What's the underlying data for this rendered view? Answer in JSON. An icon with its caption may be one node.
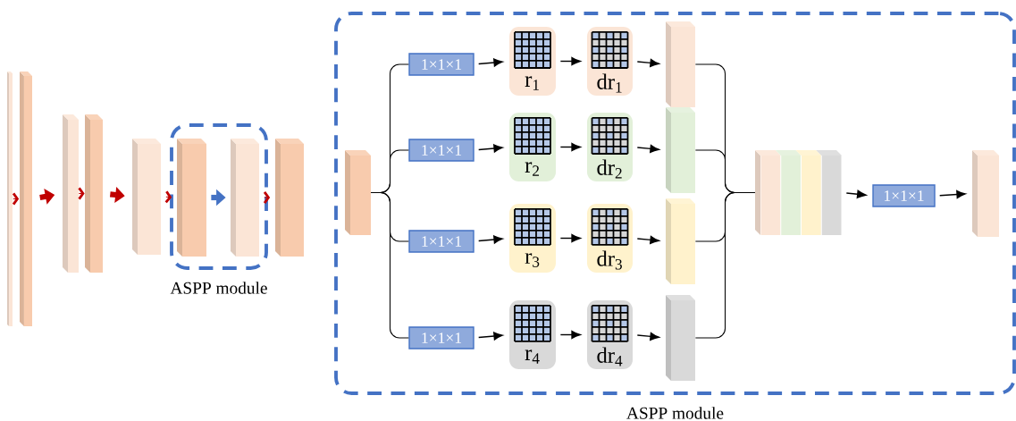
{
  "diagram": {
    "nodes": [
      {
        "text": [],
        "shape": "bar"
      },
      {
        "text": [],
        "shape": "bar"
      },
      {
        "text": [],
        "shape": "bar"
      },
      {
        "text": [],
        "shape": "bar"
      },
      {
        "text": [],
        "shape": "bar"
      },
      {
        "text": [
          "ASPP module"
        ]
      },
      {
        "text": [],
        "shape": "bar",
        "in": 5
      },
      {
        "text": [],
        "shape": "bar",
        "in": 5
      },
      {
        "text": [],
        "shape": "bar"
      },
      {
        "text": [
          "ASPP module"
        ]
      },
      {
        "text": [],
        "shape": "bar",
        "in": 9
      },
      {
        "text": [
          "1×1×1"
        ],
        "in": 9
      },
      {
        "text": [
          "r$_{1}$"
        ],
        "in": 9
      },
      {
        "text": [
          "dr$_{1}$"
        ],
        "in": 9
      },
      {
        "text": [],
        "shape": "bar",
        "in": 9
      },
      {
        "text": [
          "1×1×1"
        ],
        "in": 9
      },
      {
        "text": [
          "r$_{2}$"
        ],
        "in": 9
      },
      {
        "text": [
          "dr$_{2}$"
        ],
        "in": 9
      },
      {
        "text": [],
        "shape": "bar",
        "in": 9
      },
      {
        "text": [
          "1×1×1"
        ],
        "in": 9
      },
      {
        "text": [
          "r$_{3}$"
        ],
        "in": 9
      },
      {
        "text": [
          "dr$_{3}$"
        ],
        "in": 9
      },
      {
        "text": [],
        "shape": "bar",
        "in": 9
      },
      {
        "text": [
          "1×1×1"
        ],
        "in": 9
      },
      {
        "text": [
          "r$_{4}$"
        ],
        "in": 9
      },
      {
        "text": [
          "dr$_{4}$"
        ],
        "in": 9
      },
      {
        "text": [],
        "shape": "bar",
        "in": 9
      },
      {
        "text": [],
        "shape": "box",
        "in": 9
      },
      {
        "text": [
          "1×1×1"
        ],
        "in": 9
      },
      {
        "text": [],
        "shape": "bar",
        "in": 9
      }
    ],
    "edges": [
      {
        "from": 0,
        "to": 1,
        "arrow": "to",
        "color": "#c00000"
      },
      {
        "from": 1,
        "to": 2,
        "arrow": "to",
        "style": "thick",
        "color": "#c00000"
      },
      {
        "from": 2,
        "to": 3,
        "arrow": "to",
        "color": "#c00000"
      },
      {
        "from": 3,
        "to": 4,
        "arrow": "to",
        "style": "thick",
        "color": "#c00000"
      },
      {
        "from": 4,
        "to": 6,
        "arrow": "to",
        "color": "#c00000"
      },
      {
        "from": 6,
        "to": 7,
        "arrow": "to",
        "style": "thick",
        "color": "#4472c4"
      },
      {
        "from": 7,
        "to": 8,
        "arrow": "to",
        "color": "#c00000"
      },
      {
        "from": 10,
        "to": 11,
        "arrow": "none"
      },
      {
        "from": 10,
        "to": 15,
        "arrow": "none"
      },
      {
        "from": 10,
        "to": 19,
        "arrow": "none"
      },
      {
        "from": 10,
        "to": 23,
        "arrow": "none"
      },
      {
        "from": 11,
        "to": 12,
        "arrow": "to"
      },
      {
        "from": 12,
        "to": 13,
        "arrow": "to"
      },
      {
        "from": 13,
        "to": 14,
        "arrow": "to"
      },
      {
        "from": 15,
        "to": 16,
        "arrow": "to"
      },
      {
        "from": 16,
        "to": 17,
        "arrow": "to"
      },
      {
        "from": 17,
        "to": 18,
        "arrow": "to"
      },
      {
        "from": 19,
        "to": 20,
        "arrow": "to"
      },
      {
        "from": 20,
        "to": 21,
        "arrow": "to"
      },
      {
        "from": 21,
        "to": 22,
        "arrow": "to"
      },
      {
        "from": 23,
        "to": 24,
        "arrow": "to"
      },
      {
        "from": 24,
        "to": 25,
        "arrow": "to"
      },
      {
        "from": 25,
        "to": 26,
        "arrow": "to"
      },
      {
        "from": 14,
        "to": 27,
        "arrow": "none"
      },
      {
        "from": 18,
        "to": 27,
        "arrow": "none"
      },
      {
        "from": 22,
        "to": 27,
        "arrow": "none"
      },
      {
        "from": 26,
        "to": 27,
        "arrow": "none"
      },
      {
        "from": 27,
        "to": 28,
        "arrow": "to"
      },
      {
        "from": 28,
        "to": 29,
        "arrow": "to"
      }
    ]
  }
}
